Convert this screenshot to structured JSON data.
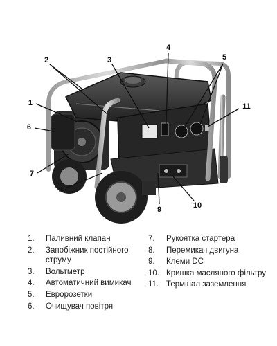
{
  "callouts": [
    "1",
    "2",
    "3",
    "4",
    "5",
    "6",
    "7",
    "8",
    "9",
    "10",
    "11"
  ],
  "legend": {
    "left": [
      {
        "num": "1.",
        "label": "Паливний клапан"
      },
      {
        "num": "2.",
        "label": "Запобіжник постійного струму"
      },
      {
        "num": "3.",
        "label": "Вольтметр"
      },
      {
        "num": "4.",
        "label": "Автоматичний вимикач"
      },
      {
        "num": "5.",
        "label": "Евророзетки"
      },
      {
        "num": "6.",
        "label": "Очищувач повітря"
      }
    ],
    "right": [
      {
        "num": "7.",
        "label": "Рукоятка стартера"
      },
      {
        "num": "8.",
        "label": "Перемикач двигуна"
      },
      {
        "num": "9.",
        "label": "Клеми DC"
      },
      {
        "num": "10.",
        "label": "Кришка масляного фільтру"
      },
      {
        "num": "11.",
        "label": "Термінал заземлення"
      }
    ]
  }
}
